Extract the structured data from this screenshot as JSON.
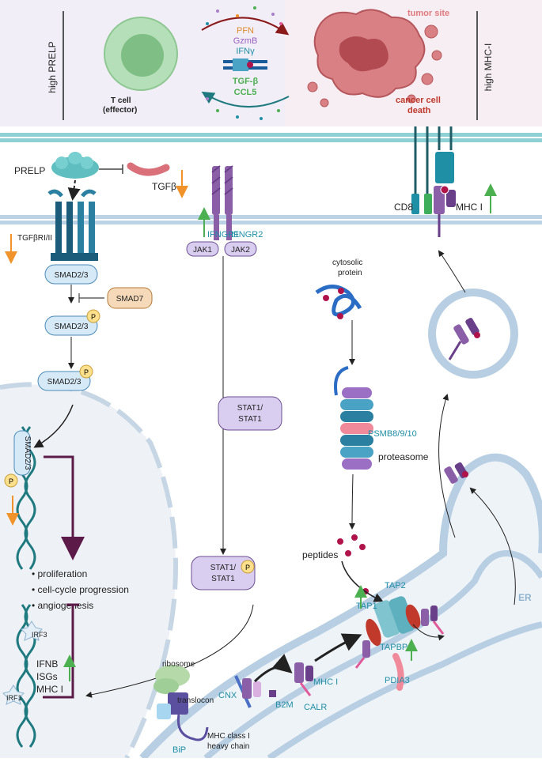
{
  "top_panel": {
    "left_side_label": "high PRELP",
    "right_side_label": "high MHC-I",
    "tcell_label": "T cell\n(effector)",
    "tcell_line1": "T cell",
    "tcell_line2": "(effector)",
    "tumor_site": "tumor site",
    "death_line1": "cancer cell",
    "death_line2": "death",
    "secreted_to_tumor": [
      "PFN",
      "GzmB",
      "IFNγ"
    ],
    "secreted_from_tumor": [
      "TGF-β",
      "CCL5"
    ]
  },
  "tgf_pathway": {
    "prelp": "PRELP",
    "tgfb": "TGFβ",
    "receptor": "TGFβRI/II",
    "smad23": "SMAD2/3",
    "smad7": "SMAD7",
    "phospho": "P"
  },
  "ifn_pathway": {
    "ifngr1": "IFNGR1",
    "ifngr2": "IFNGR2",
    "jak1": "JAK1",
    "jak2": "JAK2",
    "stat_line1": "STAT1/",
    "stat_line2": "STAT1"
  },
  "nucleus": {
    "targets": [
      "proliferation",
      "cell-cycle progression",
      "angiogenesis"
    ],
    "irf3": "IRF3",
    "irf1": "IRF1",
    "genes": [
      "IFNB",
      "ISGs",
      "MHC I"
    ]
  },
  "antigen_processing": {
    "cytosolic_line1": "cytosolic",
    "cytosolic_line2": "protein",
    "psmb": "PSMB8/9/10",
    "proteasome": "proteasome",
    "peptides": "peptides",
    "tap1": "TAP1",
    "tap2": "TAP2",
    "tapbp": "TAPBP",
    "pdia3": "PDIA3",
    "er": "ER",
    "cd8": "CD8",
    "mhc_surface": "MHC I"
  },
  "er_loading": {
    "ribosome": "ribosome",
    "translocon": "translocon",
    "bip": "BiP",
    "heavy_line1": "MHC class I",
    "heavy_line2": "heavy chain",
    "cnx": "CNX",
    "b2m": "B2M",
    "mhc1": "MHC I",
    "calr": "CALR"
  },
  "colors": {
    "membrane": "#bcd3e6",
    "membrane_teal": "#8fd0d4",
    "arrow_down_orange": "#f0932b",
    "arrow_up_green": "#4caf50",
    "inhibit_purple": "#5b1a47",
    "teal_label": "#1f8fa6",
    "protein_purple": "#8a5fa8",
    "smad_fill": "#d6e9f7",
    "stat_fill": "#d9cdf0",
    "smad7_fill": "#f5d9b8",
    "tumor_red": "#c9666b"
  }
}
